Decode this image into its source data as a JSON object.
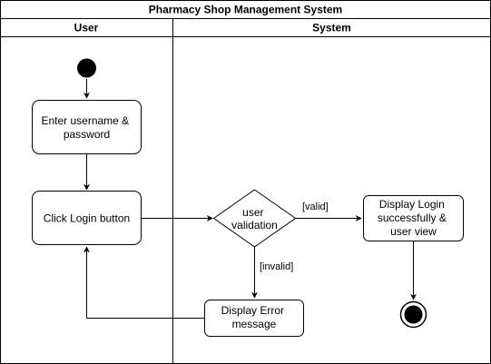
{
  "diagram": {
    "title": "Pharmacy Shop Management System",
    "lanes": [
      {
        "name": "User"
      },
      {
        "name": "System"
      }
    ],
    "nodes": {
      "enter_credentials": {
        "lines": [
          "Enter username &",
          "password"
        ]
      },
      "click_login": {
        "lines": [
          "Click Login button"
        ]
      },
      "user_validation": {
        "lines": [
          "user",
          "validation"
        ]
      },
      "display_success": {
        "lines": [
          "Display Login",
          "successfully &",
          "user view"
        ]
      },
      "display_error": {
        "lines": [
          "Display Error",
          "message"
        ]
      }
    },
    "edges": {
      "valid": "[valid]",
      "invalid": "[invalid]"
    }
  }
}
